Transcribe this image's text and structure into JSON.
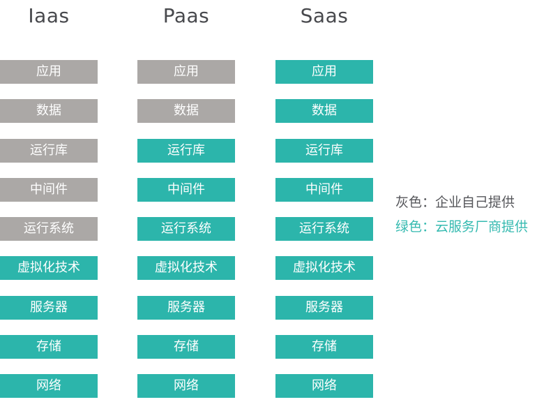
{
  "colors": {
    "gray_bar": "#aba8a6",
    "green_bar": "#2cb5ab",
    "bar_text": "#ffffff",
    "header_text": "#48494d",
    "legend_gray_text": "#55565a",
    "legend_green_text": "#35bab0",
    "background": "#ffffff"
  },
  "grid": {
    "columns": [
      {
        "header": "Iaas",
        "cells": [
          {
            "label": "应用",
            "color": "gray"
          },
          {
            "label": "数据",
            "color": "gray"
          },
          {
            "label": "运行库",
            "color": "gray"
          },
          {
            "label": "中间件",
            "color": "gray"
          },
          {
            "label": "运行系统",
            "color": "gray"
          },
          {
            "label": "虚拟化技术",
            "color": "green"
          },
          {
            "label": "服务器",
            "color": "green"
          },
          {
            "label": "存储",
            "color": "green"
          },
          {
            "label": "网络",
            "color": "green"
          }
        ]
      },
      {
        "header": "Paas",
        "cells": [
          {
            "label": "应用",
            "color": "gray"
          },
          {
            "label": "数据",
            "color": "gray"
          },
          {
            "label": "运行库",
            "color": "green"
          },
          {
            "label": "中间件",
            "color": "green"
          },
          {
            "label": "运行系统",
            "color": "green"
          },
          {
            "label": "虚拟化技术",
            "color": "green"
          },
          {
            "label": "服务器",
            "color": "green"
          },
          {
            "label": "存储",
            "color": "green"
          },
          {
            "label": "网络",
            "color": "green"
          }
        ]
      },
      {
        "header": "Saas",
        "cells": [
          {
            "label": "应用",
            "color": "green"
          },
          {
            "label": "数据",
            "color": "green"
          },
          {
            "label": "运行库",
            "color": "green"
          },
          {
            "label": "中间件",
            "color": "green"
          },
          {
            "label": "运行系统",
            "color": "green"
          },
          {
            "label": "虚拟化技术",
            "color": "green"
          },
          {
            "label": "服务器",
            "color": "green"
          },
          {
            "label": "存储",
            "color": "green"
          },
          {
            "label": "网络",
            "color": "green"
          }
        ]
      }
    ]
  },
  "legend": {
    "items": [
      {
        "text": "灰色：企业自己提供",
        "color_key": "gray"
      },
      {
        "text": "绿色：云服务厂商提供",
        "color_key": "green"
      }
    ]
  }
}
